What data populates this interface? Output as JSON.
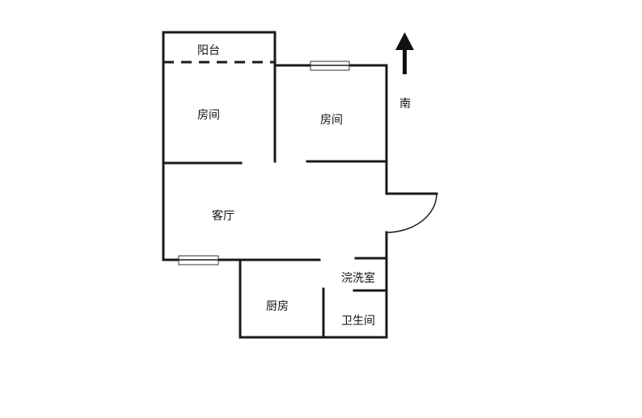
{
  "rooms": {
    "balcony": "阳台",
    "bedroom_left": "房间",
    "bedroom_right": "房间",
    "living_room": "客厅",
    "kitchen": "厨房",
    "washroom": "浣洗室",
    "bathroom": "卫生间"
  },
  "compass": {
    "label": "南",
    "arrow_icon": "north-arrow-icon"
  },
  "colors": {
    "wall": "#1a1a1a",
    "background": "#ffffff"
  }
}
